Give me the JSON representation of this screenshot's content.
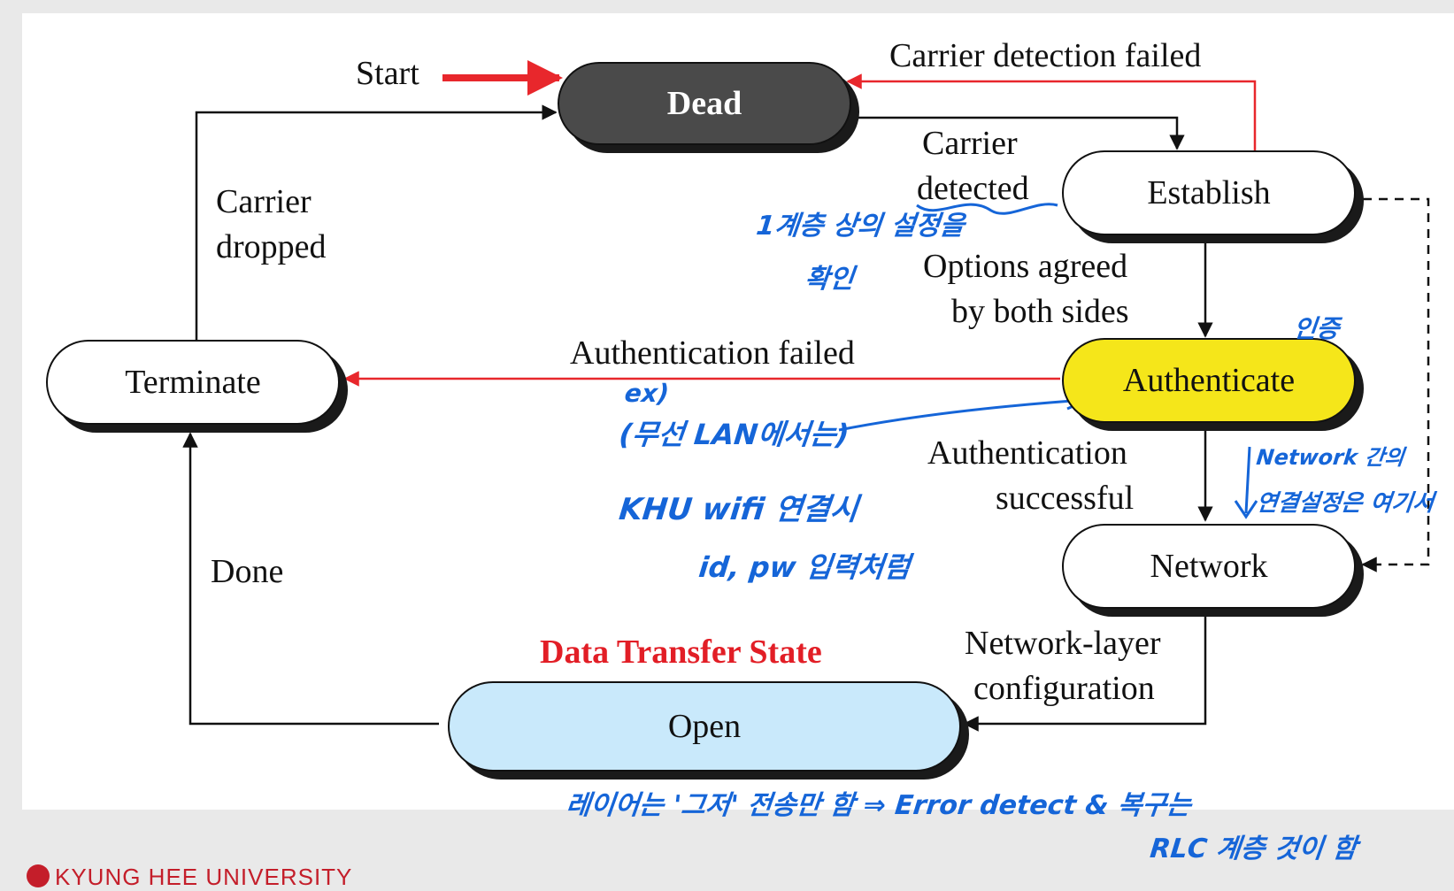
{
  "states": {
    "dead": "Dead",
    "establish": "Establish",
    "authenticate": "Authenticate",
    "network": "Network",
    "open": "Open",
    "terminate": "Terminate"
  },
  "labels": {
    "start": "Start",
    "carrier_detection_failed": "Carrier detection failed",
    "carrier_detected_1": "Carrier",
    "carrier_detected_2": "detected",
    "carrier_dropped_1": "Carrier",
    "carrier_dropped_2": "dropped",
    "options_agreed_1": "Options agreed",
    "options_agreed_2": "by both sides",
    "authentication_failed": "Authentication failed",
    "authentication_successful_1": "Authentication",
    "authentication_successful_2": "successful",
    "done": "Done",
    "network_layer_config_1": "Network-layer",
    "network_layer_config_2": "configuration",
    "data_transfer_state": "Data Transfer State"
  },
  "annotations": {
    "layer1_note_1": "1계층 상의 설정을",
    "layer1_note_2": "확인",
    "auth_note": "인증",
    "ex": "ex)",
    "wireless_lan": "(무선 LAN에서는)",
    "khu_wifi": "KHU wifi 연결시",
    "id_pw": "id, pw 입력처럼",
    "network_note_1": "Network 간의",
    "network_note_2": "연결설정은 여기서",
    "bottom_note_1": "레이어는 '그저' 전송만 함 ⇒ Error detect & 복구는",
    "bottom_note_2": "RLC 계층 것이 함"
  },
  "footer": "KYUNG HEE UNIVERSITY",
  "colors": {
    "dead_fill": "#4a4a4a",
    "authenticate_fill": "#f5e61a",
    "open_fill": "#c9e9fb",
    "red_arrow": "#e8272c",
    "data_transfer_text": "#e21e26",
    "pen_blue": "#1565d8"
  }
}
